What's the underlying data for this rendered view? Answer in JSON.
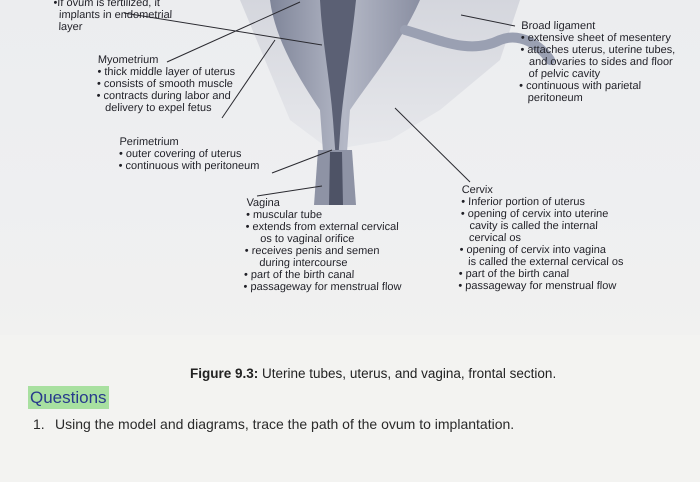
{
  "labels": {
    "top_fragment": [
      "•If ovum is fertilized, it",
      "implants in endometrial",
      "layer"
    ],
    "myometrium": {
      "title": "Myometrium",
      "bullets": [
        "• thick middle layer of uterus",
        "• consists of smooth muscle",
        "• contracts during labor and",
        "delivery to expel fetus"
      ]
    },
    "perimetrium": {
      "title": "Perimetrium",
      "bullets": [
        "• outer covering of uterus",
        "• continuous with peritoneum"
      ]
    },
    "broad_ligament": {
      "title": "Broad ligament",
      "bullets": [
        "• extensive sheet of mesentery",
        "• attaches uterus, uterine tubes,",
        "and ovaries to sides and floor",
        "of pelvic cavity",
        "• continuous with parietal",
        "peritoneum"
      ]
    },
    "vagina": {
      "title": "Vagina",
      "bullets": [
        "• muscular tube",
        "• extends from external cervical",
        "os to vaginal orifice",
        "• receives penis and semen",
        "during intercourse",
        "• part of the birth canal",
        "• passageway for menstrual flow"
      ]
    },
    "cervix": {
      "title": "Cervix",
      "bullets": [
        "• Inferior portion of uterus",
        "• opening of cervix into uterine",
        "cavity is called the internal",
        "cervical os",
        "• opening of cervix into vagina",
        "is called the external cervical os",
        "• part of the birth canal",
        "• passageway for menstrual flow"
      ]
    }
  },
  "caption": {
    "label": "Figure 9.3:",
    "text": " Uterine tubes, uterus, and vagina, frontal section."
  },
  "questions": {
    "heading": "Questions",
    "items": [
      {
        "num": "1.",
        "text": "Using the model and diagrams, trace the path of the ovum to implantation."
      }
    ]
  }
}
